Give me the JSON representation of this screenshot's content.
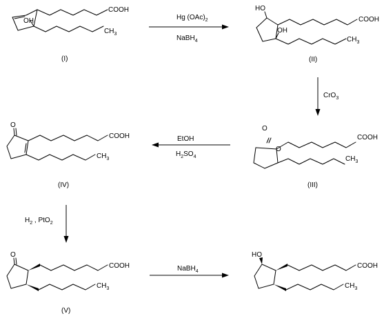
{
  "compounds": [
    {
      "label": "(I)",
      "atoms": {
        "acid": "COOH",
        "methyl": "CH",
        "methyl_sub": "3",
        "hydroxyl": "OH"
      }
    },
    {
      "label": "(II)",
      "atoms": {
        "acid": "COOH",
        "methyl": "CH",
        "methyl_sub": "3",
        "hydroxyl_a": "HO",
        "hydroxyl_b": "OH"
      }
    },
    {
      "label": "(III)",
      "atoms": {
        "acid": "COOH",
        "methyl": "CH",
        "methyl_sub": "3",
        "oxo_a": "O",
        "oxo_b": "O"
      }
    },
    {
      "label": "(IV)",
      "atoms": {
        "acid": "COOH",
        "methyl": "CH",
        "methyl_sub": "3",
        "oxo": "O"
      }
    },
    {
      "label": "(V)",
      "atoms": {
        "acid": "COOH",
        "methyl": "CH",
        "methyl_sub": "3",
        "oxo": "O"
      }
    },
    {
      "label": "",
      "atoms": {
        "acid": "COOH",
        "methyl": "CH",
        "methyl_sub": "3",
        "hydroxyl": "HO"
      }
    }
  ],
  "reactions": [
    {
      "reagent_top": "Hg (OAc)",
      "reagent_top_sub": "2",
      "reagent_bottom": "NaBH",
      "reagent_bottom_sub": "4"
    },
    {
      "reagent": "CrO",
      "reagent_sub": "3"
    },
    {
      "reagent_top": "EtOH",
      "reagent_bottom": "H",
      "reagent_bottom_sub1": "2",
      "reagent_bottom_mid": "SO",
      "reagent_bottom_sub2": "4"
    },
    {
      "reagent": "H",
      "reagent_sub1": "2",
      "reagent_mid": " , PtO",
      "reagent_sub2": "2"
    },
    {
      "reagent": "NaBH",
      "reagent_sub": "4"
    }
  ]
}
